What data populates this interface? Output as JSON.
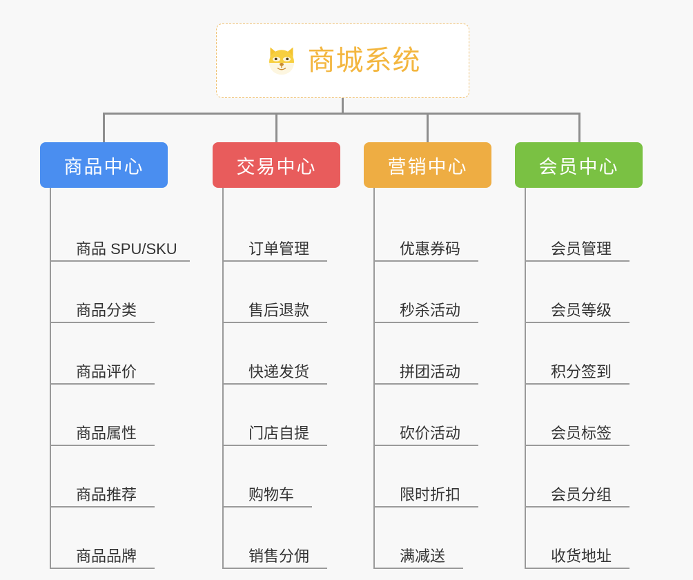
{
  "page": {
    "background_color": "#f8f8f8",
    "connector_color": "#8e8e8e"
  },
  "root": {
    "title": "商城系统",
    "icon": "shiba-dog-face-icon",
    "text_color": "#f3b63f",
    "border_color": "#f0c274",
    "background_color": "#ffffff"
  },
  "columns": [
    {
      "header": "商品中心",
      "color": "#4a8ef0",
      "items": [
        {
          "label": "商品 SPU/SKU",
          "underline_width": 203
        },
        {
          "label": "商品分类",
          "underline_width": 152
        },
        {
          "label": "商品评价",
          "underline_width": 152
        },
        {
          "label": "商品属性",
          "underline_width": 152
        },
        {
          "label": "商品推荐",
          "underline_width": 152
        },
        {
          "label": "商品品牌",
          "underline_width": 152
        }
      ]
    },
    {
      "header": "交易中心",
      "color": "#e85c5c",
      "items": [
        {
          "label": "订单管理",
          "underline_width": 152
        },
        {
          "label": "售后退款",
          "underline_width": 152
        },
        {
          "label": "快递发货",
          "underline_width": 152
        },
        {
          "label": "门店自提",
          "underline_width": 152
        },
        {
          "label": "购物车",
          "underline_width": 130
        },
        {
          "label": "销售分佣",
          "underline_width": 152
        }
      ]
    },
    {
      "header": "营销中心",
      "color": "#eead43",
      "items": [
        {
          "label": "优惠券码",
          "underline_width": 152
        },
        {
          "label": "秒杀活动",
          "underline_width": 152
        },
        {
          "label": "拼团活动",
          "underline_width": 152
        },
        {
          "label": "砍价活动",
          "underline_width": 152
        },
        {
          "label": "限时折扣",
          "underline_width": 152
        },
        {
          "label": "满减送",
          "underline_width": 130
        }
      ]
    },
    {
      "header": "会员中心",
      "color": "#7ac143",
      "items": [
        {
          "label": "会员管理",
          "underline_width": 152
        },
        {
          "label": "会员等级",
          "underline_width": 152
        },
        {
          "label": "积分签到",
          "underline_width": 152
        },
        {
          "label": "会员标签",
          "underline_width": 152
        },
        {
          "label": "会员分组",
          "underline_width": 152
        },
        {
          "label": "收货地址",
          "underline_width": 152
        }
      ]
    }
  ]
}
